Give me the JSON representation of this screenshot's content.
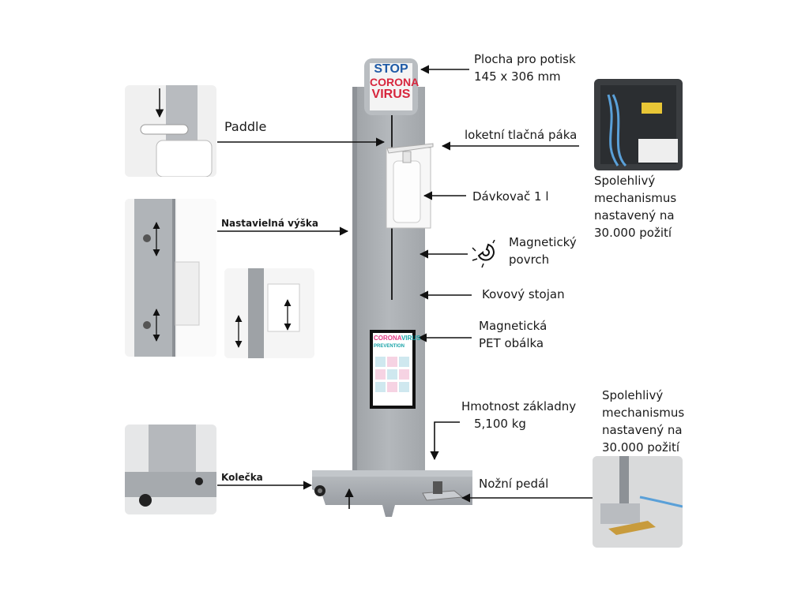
{
  "labels": {
    "print_area_line1": "Plocha pro potisk",
    "print_area_line2": "145 x 306 mm",
    "paddle": "Paddle",
    "elbow_lever": "loketní tlačná páka",
    "reliable1_line1": "Spolehlivý",
    "reliable1_line2": "mechanismus",
    "reliable1_line3": "nastavený na",
    "reliable1_line4": "30.000 požití",
    "dispenser": "Dávkovač 1 l",
    "adjustable_height": "Nastavielná výška",
    "magnetic_surface_line1": "Magnetický",
    "magnetic_surface_line2": "povrch",
    "metal_stand": "Kovový stojan",
    "magnetic_pet_line1": "Magnetická",
    "magnetic_pet_line2": "PET obálka",
    "base_weight_line1": "Hmotnost základny",
    "base_weight_line2": "5,100 kg",
    "reliable2_line1": "Spolehlivý",
    "reliable2_line2": "mechanismus",
    "reliable2_line3": "nastavený na",
    "reliable2_line4": "30.000 požití",
    "wheels": "Kolečka",
    "foot_pedal": "Nožní pedál"
  },
  "sign_top": {
    "stop": "STOP",
    "corona": "CORONA",
    "virus": "VIRUS"
  },
  "poster": {
    "corona": "CORONA",
    "virus": "VIRUS",
    "prevention": "PREVENTION"
  },
  "colors": {
    "stand": "#a9adb1",
    "stand_dark": "#8d9196",
    "sign_blue": "#1f5aa6",
    "sign_red": "#d7263d",
    "poster_pink": "#e23c86",
    "poster_teal": "#1aa3a8",
    "arrow": "#111111"
  },
  "icons": [
    "magnet-icon"
  ]
}
